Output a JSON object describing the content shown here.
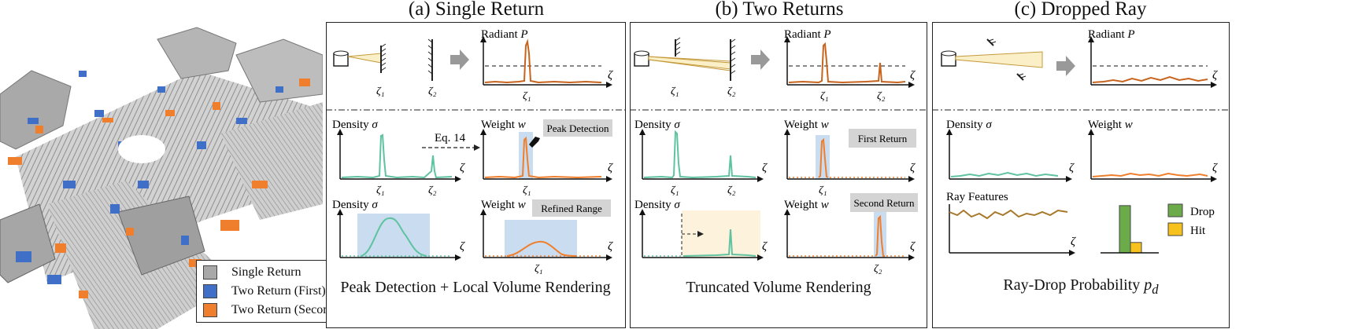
{
  "titles": {
    "a": "(a) Single Return",
    "b": "(b) Two Returns",
    "c": "(c) Dropped Ray"
  },
  "legend": {
    "single": "Single Return",
    "first": "Two Return (First)",
    "second": "Two Return (Second)"
  },
  "captions": {
    "a": "Peak Detection + Local Volume Rendering",
    "b": "Truncated Volume Rendering",
    "c_main": "Ray-Drop Probability ",
    "c_var": "p",
    "c_sub": "d"
  },
  "labels": {
    "radiant": "Radiant ",
    "radiant_var": "P",
    "density": "Density ",
    "density_var": "σ",
    "weight": "Weight ",
    "weight_var": "w",
    "zeta": "ζ",
    "zeta1": "ζ₁",
    "zeta2": "ζ₂",
    "ray_features": "Ray Features",
    "eq14": "Eq. 14",
    "peak_detection": "Peak Detection",
    "refined_range": "Refined Range",
    "first_return": "First Return",
    "second_return": "Second Return",
    "drop": "Drop",
    "hit": "Hit"
  },
  "colors": {
    "single": "#a8a8a8",
    "first": "#3f6fc6",
    "second": "#ef7f2c",
    "density_curve": "#5fc3a0",
    "weight_curve": "#ef7f2c",
    "radiant_curve": "#c8641e",
    "ray_feature": "#a8782a",
    "drop": "#6bab4a",
    "hit": "#f7c21b",
    "highlight_blue": "#c9dcf0",
    "highlight_yellow": "#fdf2dc",
    "tag_bg": "#d4d4d4"
  },
  "chart_data": [
    {
      "type": "bar",
      "categories": [
        "Drop",
        "Hit"
      ],
      "values": [
        0.82,
        0.18
      ],
      "xlabel": "",
      "ylabel": ""
    }
  ]
}
